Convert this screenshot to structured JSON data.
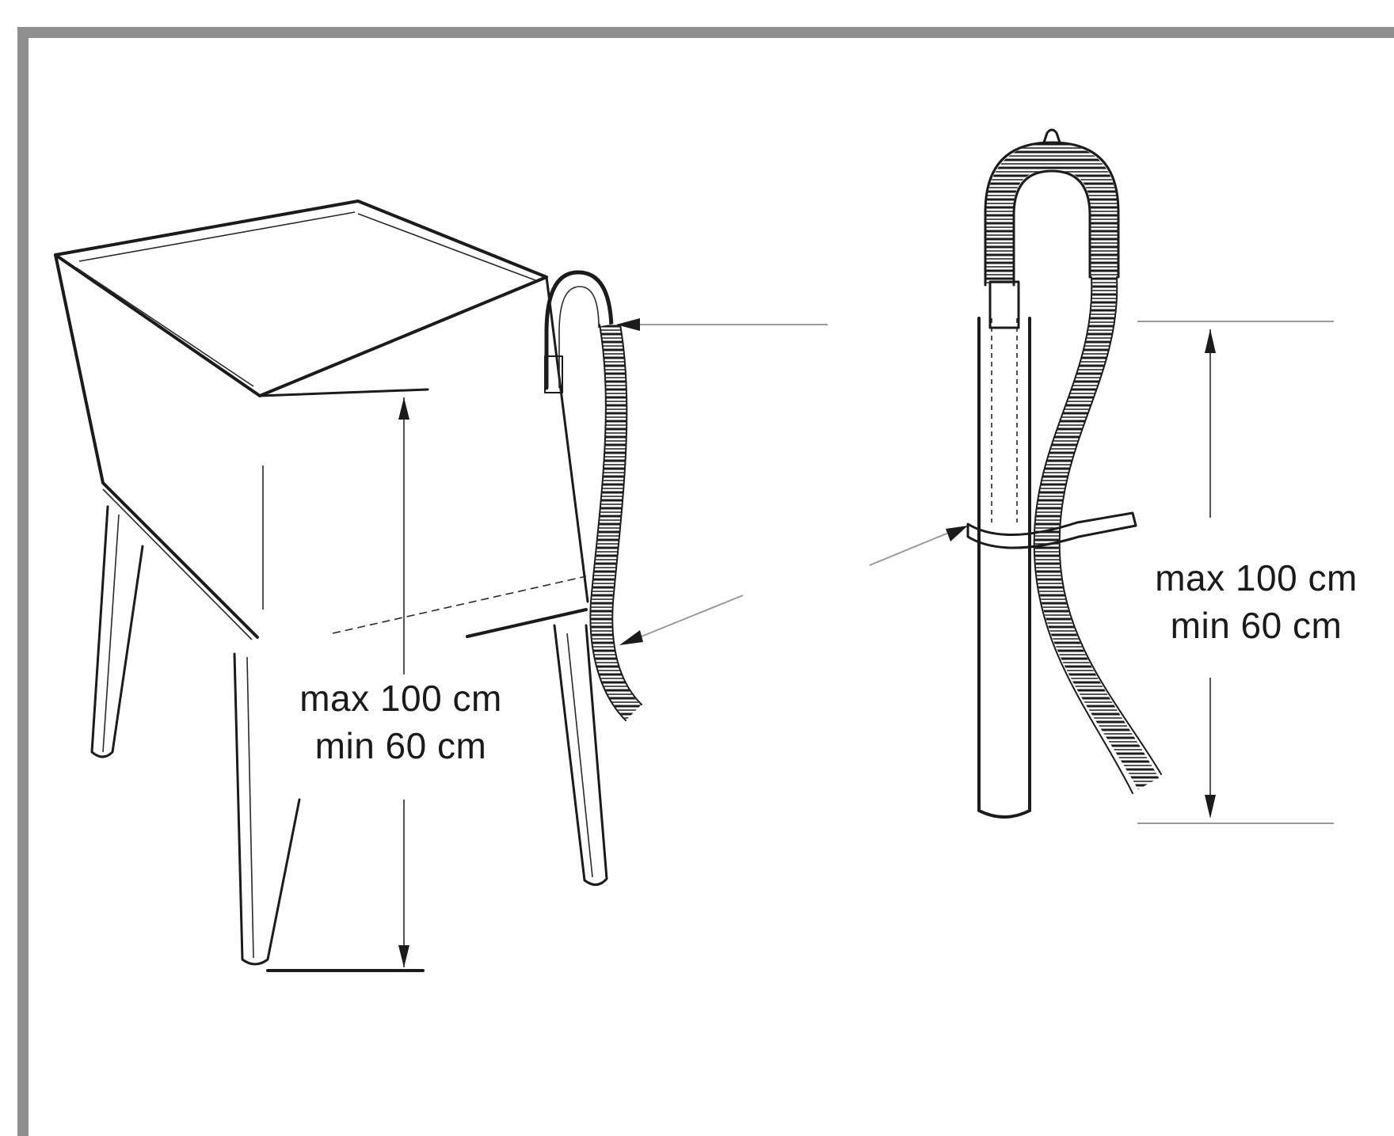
{
  "figures": [
    {
      "id": "sink-installation",
      "label_max": "max 100 cm",
      "label_min": "min 60 cm"
    },
    {
      "id": "standpipe-installation",
      "label_max": "max 100 cm",
      "label_min": "min 60 cm"
    }
  ],
  "colors": {
    "frame": "#8f8f8f",
    "ink": "#1b1b1b",
    "guide": "#9a9a9a",
    "background": "#ffffff"
  }
}
